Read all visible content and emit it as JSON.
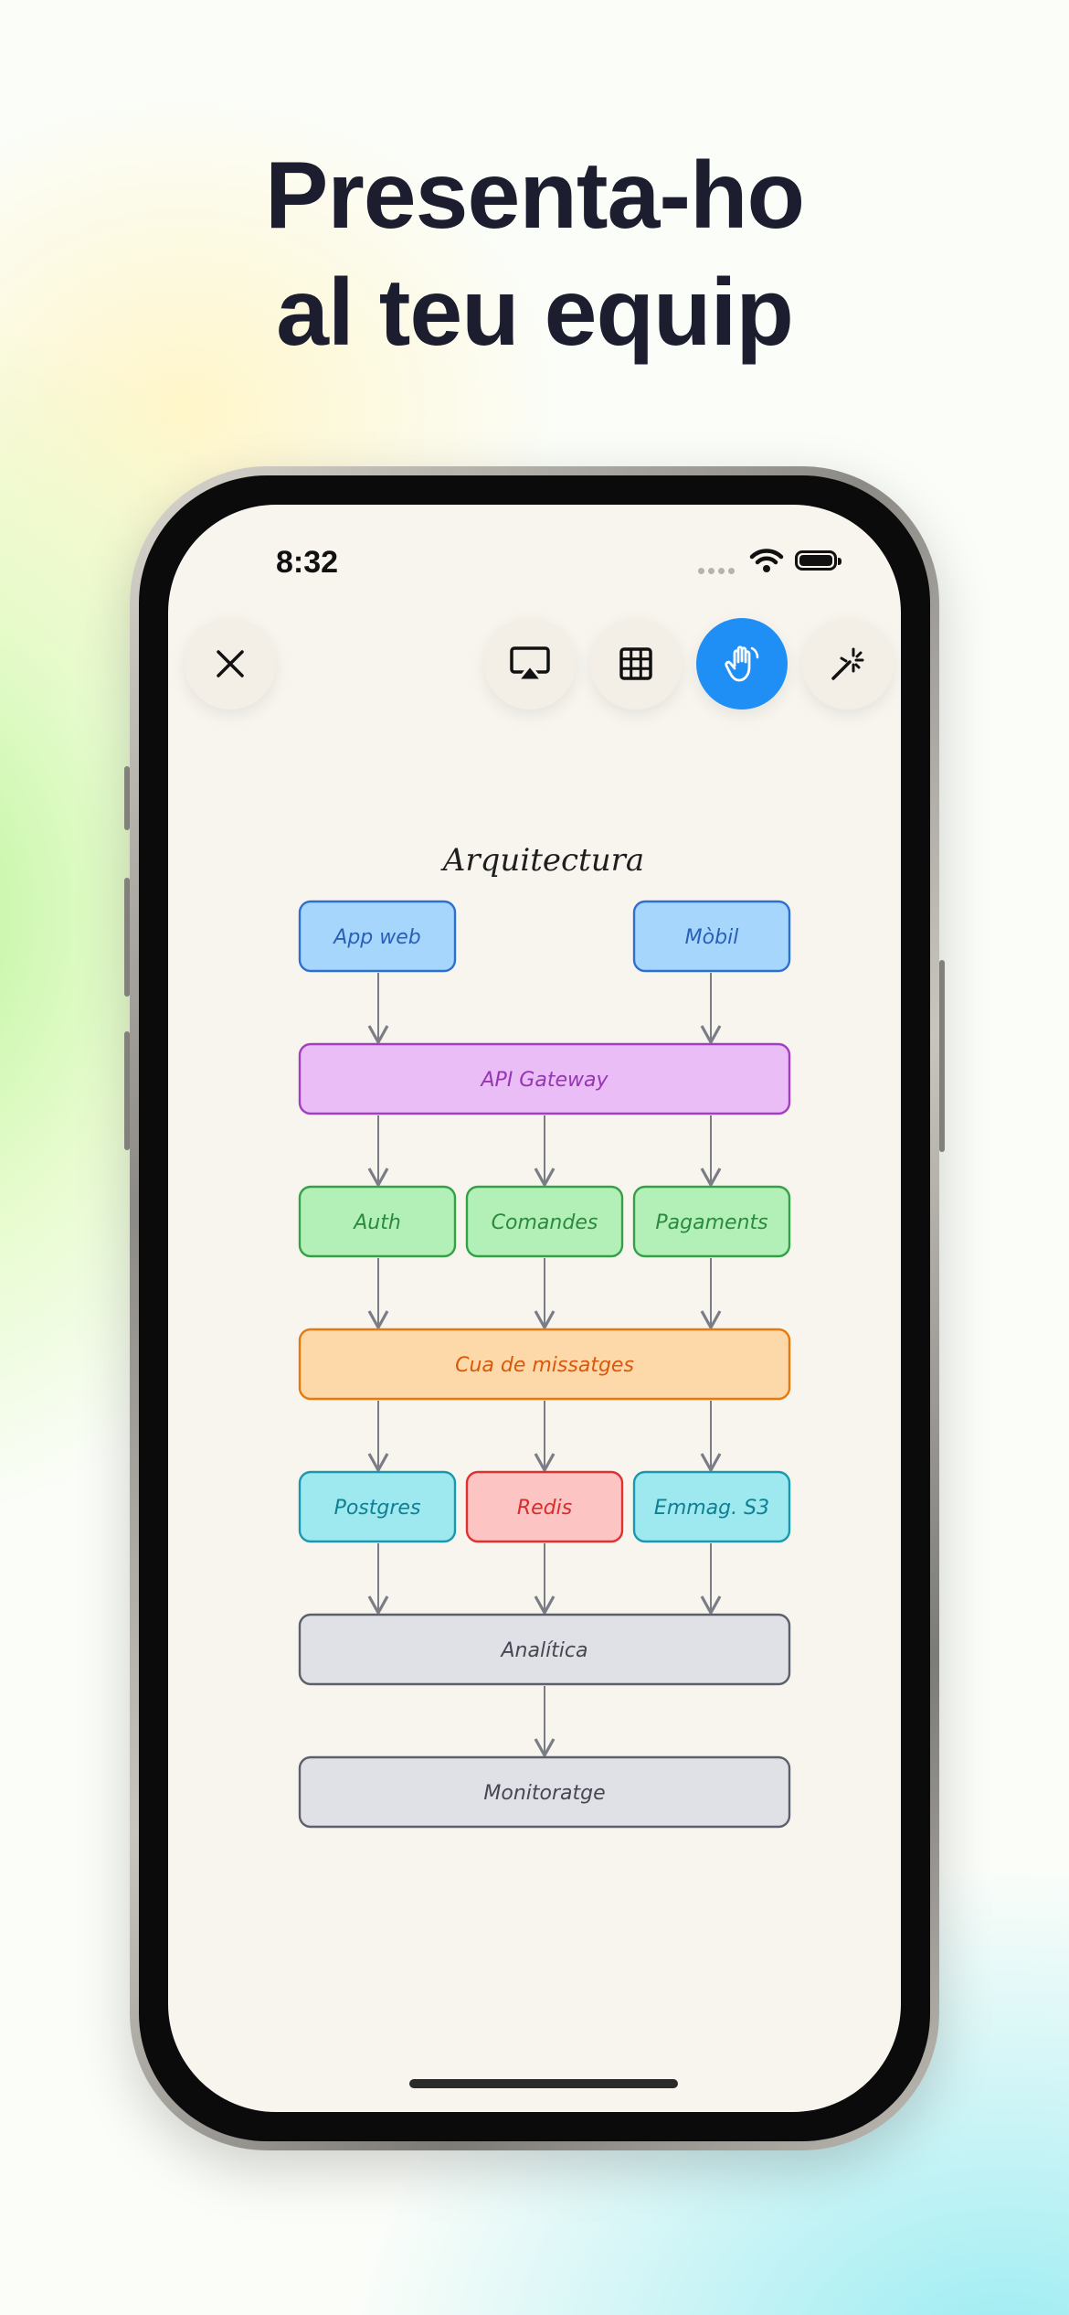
{
  "headline": {
    "line1": "Presenta-ho",
    "line2": "al teu equip"
  },
  "status_bar": {
    "time": "8:32"
  },
  "toolbar": {
    "close": "close-icon",
    "airplay": "airplay-icon",
    "grid": "grid-icon",
    "hand": "hand-icon",
    "magic": "magic-wand-icon",
    "active_color": "#1f8ff5"
  },
  "diagram": {
    "title": "Arquitectura",
    "nodes": {
      "app_web": "App web",
      "mobil": "Mòbil",
      "api_gateway": "API Gateway",
      "auth": "Auth",
      "comandes": "Comandes",
      "pagaments": "Pagaments",
      "cua": "Cua de missatges",
      "postgres": "Postgres",
      "redis": "Redis",
      "emmag": "Emmag. S3",
      "analitica": "Analítica",
      "monitoratge": "Monitoratge"
    },
    "colors": {
      "blue": "#a7d6fd",
      "purple": "#ebbdf6",
      "green": "#b3f0b8",
      "orange": "#fdd8a9",
      "cyan": "#9ee8f0",
      "red": "#fdc4c4",
      "gray": "#e0e1e6"
    }
  }
}
